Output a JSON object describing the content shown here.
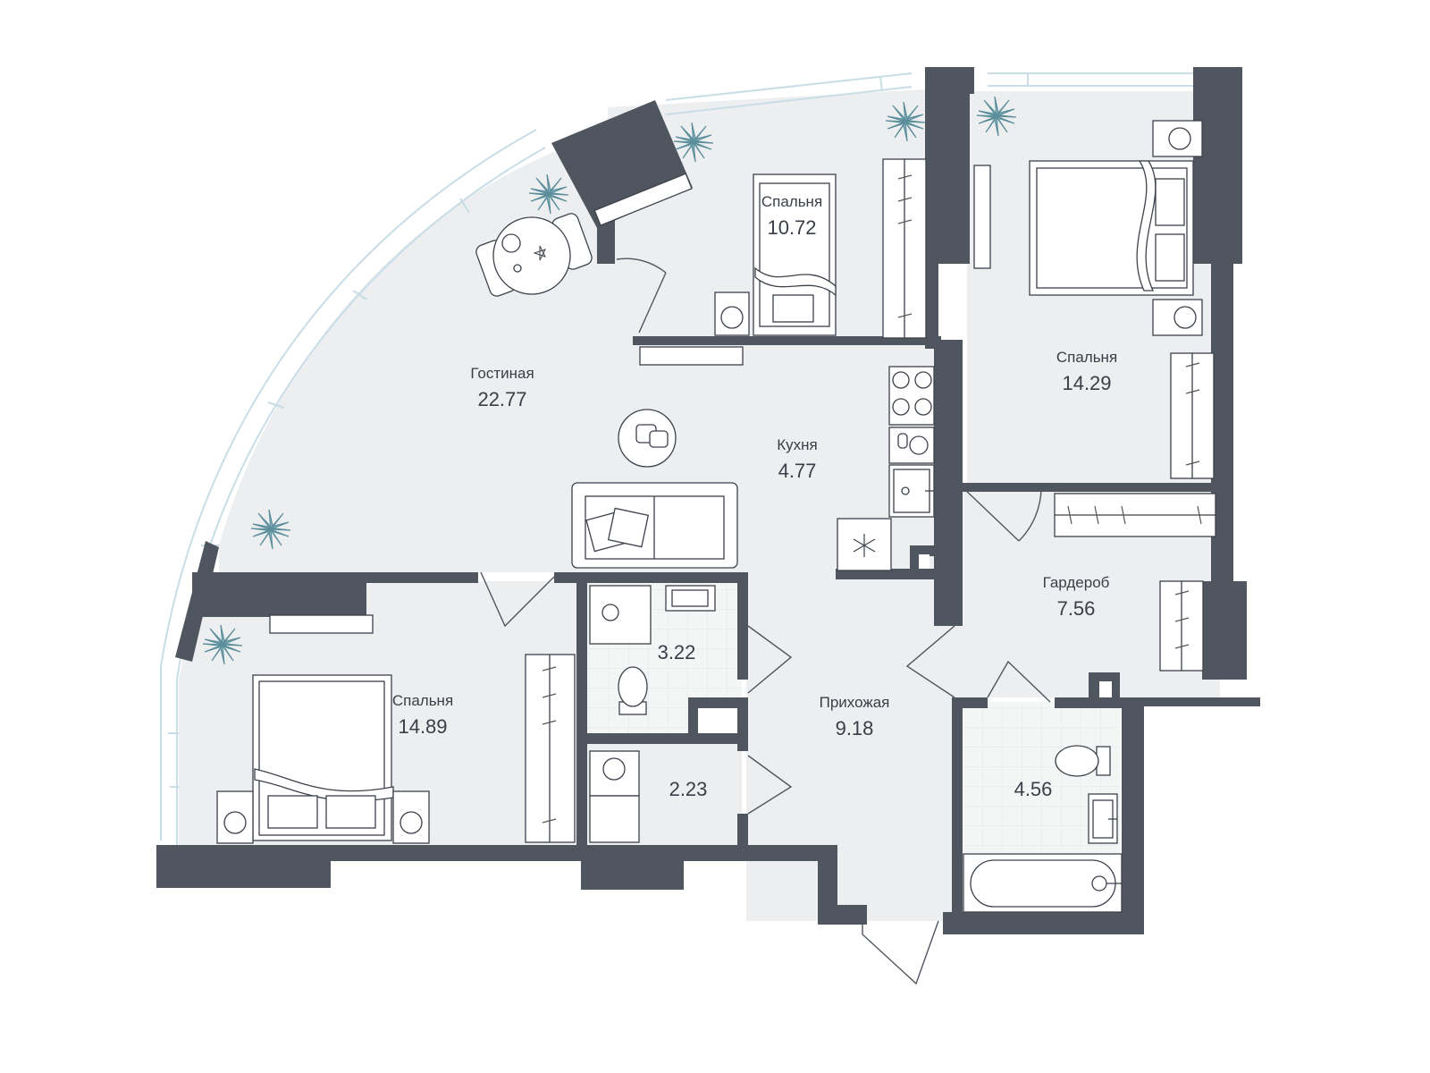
{
  "colors": {
    "wall": "#50565f",
    "floor": "#eceeef",
    "tile": "#f5f7f7",
    "glass": "#dbe9ef",
    "furniture_stroke": "#3c424a",
    "plant": "#7aa9b5",
    "label": "#3a3f47"
  },
  "rooms": {
    "living": {
      "name": "Гостиная",
      "area": "22.77"
    },
    "bedroom_top": {
      "name": "Спальня",
      "area": "10.72"
    },
    "bedroom_right": {
      "name": "Спальня",
      "area": "14.29"
    },
    "kitchen": {
      "name": "Кухня",
      "area": "4.77"
    },
    "wardrobe": {
      "name": "Гардероб",
      "area": "7.56"
    },
    "bathroom_mid": {
      "area": "3.22"
    },
    "bedroom_left": {
      "name": "Спальня",
      "area": "14.89"
    },
    "hallway": {
      "name": "Прихожая",
      "area": "9.18"
    },
    "laundry": {
      "area": "2.23"
    },
    "bathroom_right": {
      "area": "4.56"
    }
  },
  "icons": [
    "plant-icon",
    "snowflake-icon",
    "bed-icon",
    "sofa-icon",
    "dining-table-icon",
    "toilet-icon",
    "sink-icon",
    "washing-machine-icon",
    "bathtub-icon",
    "stove-icon",
    "door-swing-icon",
    "wardrobe-icon"
  ]
}
